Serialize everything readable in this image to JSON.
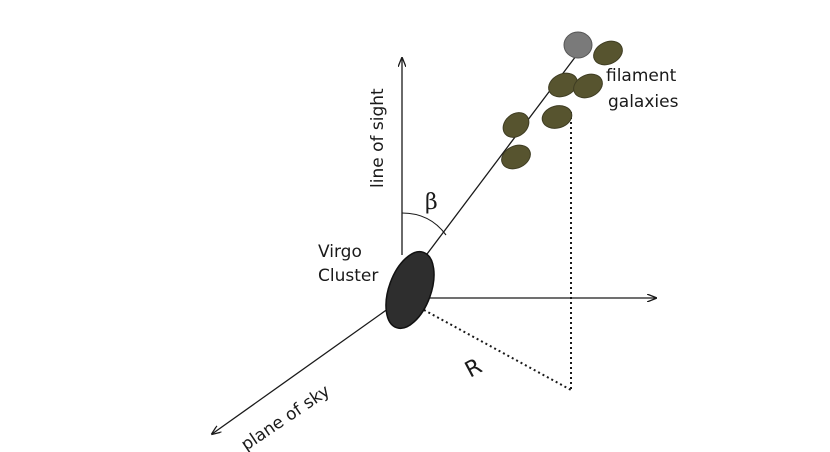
{
  "labels": {
    "line_of_sight": "line of sight",
    "plane_of_sky": "plane of sky",
    "beta": "β",
    "virgo_line1": "Virgo",
    "virgo_line2": "Cluster",
    "filament_line1": "filament",
    "filament_line2": "galaxies",
    "r": "R"
  },
  "colors": {
    "axis": "#1a1a1a",
    "cluster": "#2e2e2e",
    "cluster_edge": "#111111",
    "galaxy": "#57542f",
    "galaxy_edge": "#3e3c22",
    "highlight_galaxy": "#7a7a7a",
    "highlight_galaxy_edge": "#555555"
  },
  "galaxies": [
    {
      "id": "g-highlight",
      "type": "highlight"
    },
    {
      "id": "g1",
      "type": "filament"
    },
    {
      "id": "g2",
      "type": "filament"
    },
    {
      "id": "g3",
      "type": "filament"
    },
    {
      "id": "g4",
      "type": "filament"
    },
    {
      "id": "g5",
      "type": "filament"
    },
    {
      "id": "g6",
      "type": "filament"
    }
  ]
}
